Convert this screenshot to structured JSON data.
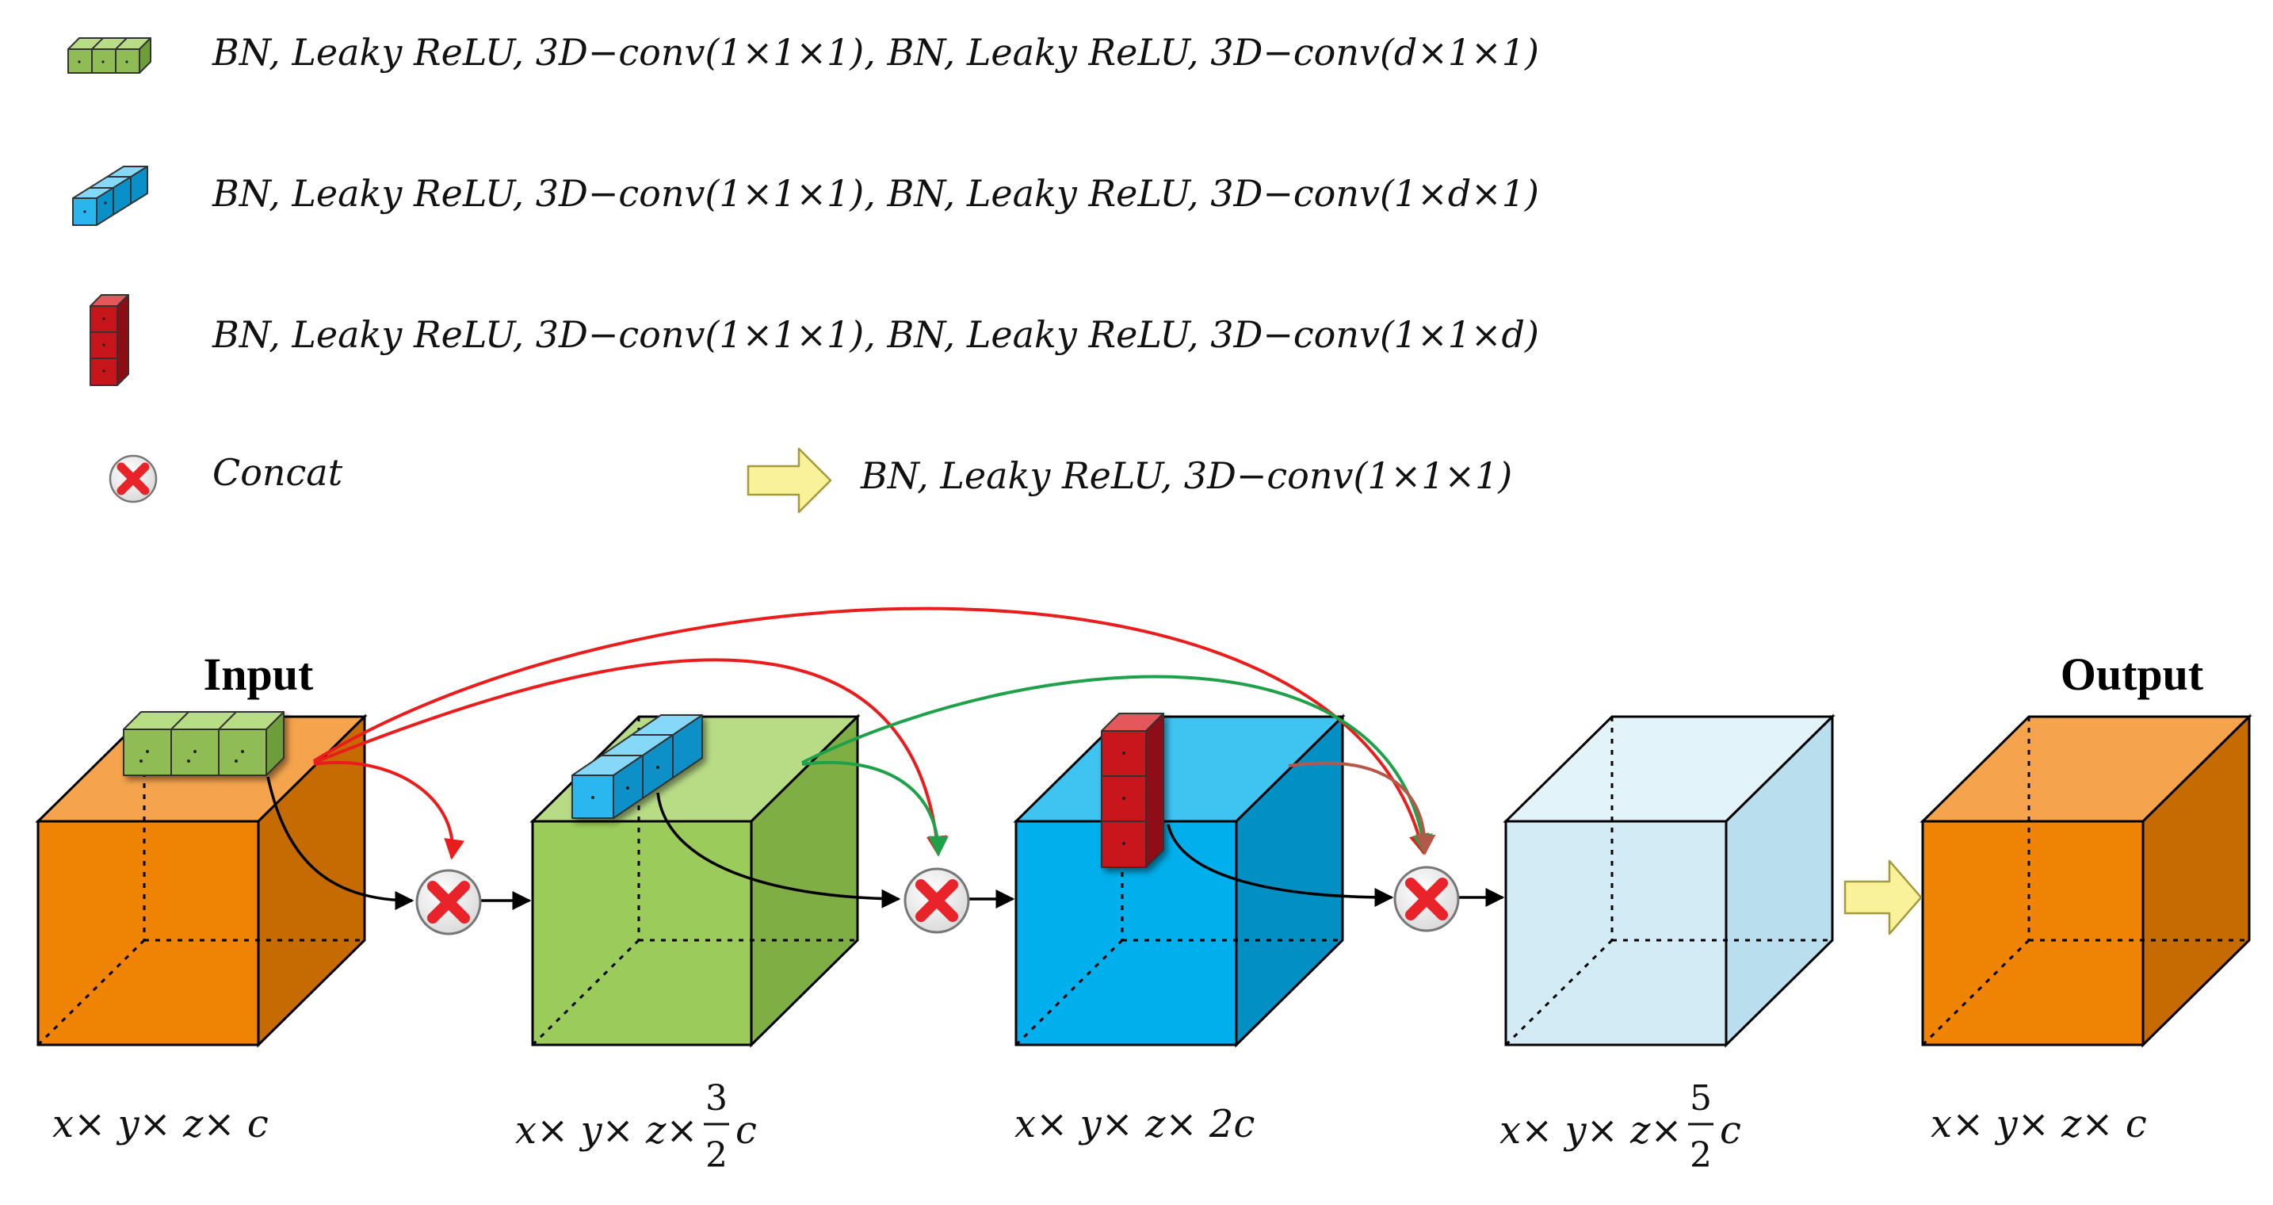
{
  "legend": {
    "green": "BN, Leaky ReLU, 3D−conv(1×1×1), BN, Leaky ReLU, 3D−conv(d×1×1)",
    "blue": "BN, Leaky ReLU, 3D−conv(1×1×1), BN, Leaky ReLU, 3D−conv(1×d×1)",
    "red": "BN, Leaky ReLU, 3D−conv(1×1×1), BN, Leaky ReLU, 3D−conv(1×1×d)",
    "concat": "Concat",
    "arrow": "BN, Leaky ReLU, 3D−conv(1×1×1)"
  },
  "cubes": [
    {
      "title": "Input",
      "dims": "x× y× z× c",
      "color": "#EF8303"
    },
    {
      "title": "",
      "dims_prefix": "x× y× z×",
      "frac_num": "3",
      "frac_den": "2",
      "dims_suffix": "c",
      "color": "#9BCB5A"
    },
    {
      "title": "",
      "dims": "x× y× z× 2c",
      "color": "#00AFEB"
    },
    {
      "title": "",
      "dims_prefix": "x× y× z×",
      "frac_num": "5",
      "frac_den": "2",
      "dims_suffix": "c",
      "color": "#D2EBF5"
    },
    {
      "title": "Output",
      "dims": "x× y× z× c",
      "color": "#EF8303"
    }
  ],
  "colors": {
    "orange": "#EF8303",
    "green": "#9BCB5A",
    "blue": "#00AFEB",
    "light_blue": "#D2EBF5",
    "red": "#D01010",
    "arrow_yellow": "#FAF29A",
    "concat_x": "#E8232A",
    "red_line": "#EA1C1C",
    "green_line": "#1FA14A",
    "brown_line": "#B5584A"
  },
  "icons": [
    "green-kernel-icon",
    "blue-kernel-icon",
    "red-kernel-icon",
    "concat-icon",
    "conv-arrow-icon"
  ]
}
